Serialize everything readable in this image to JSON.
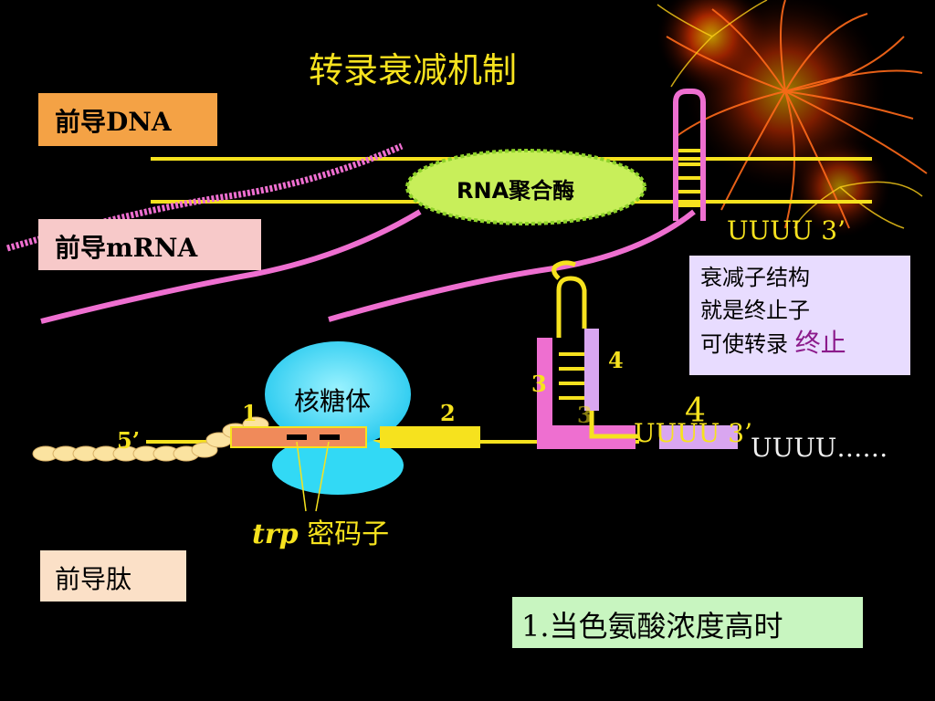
{
  "title": "转录衰减机制",
  "labels": {
    "leader_dna": "前导DNA",
    "leader_mrna": "前导mRNA",
    "leader_peptide": "前导肽"
  },
  "polymerase": "RNA聚合酶",
  "ribosome": "核糖体",
  "uuuu_top": "UUUU 3’",
  "uuuu_mid": "UUUU 3’",
  "uuuu_tail": "UUUU……",
  "five_prime": "5’",
  "regions": {
    "r1": "1",
    "r2": "2",
    "r3": "3",
    "r4": "4",
    "r3_faint": "3",
    "r4_large": "4"
  },
  "codon": {
    "italic": "trp",
    "text": "密码子"
  },
  "note": {
    "line1": "衰减子结构",
    "line2": "就是终止子",
    "line3_prefix": "可使转录",
    "line3_highlight": "终止"
  },
  "condition": "1.当色氨酸浓度高时",
  "colors": {
    "yellow": "#f6e21e",
    "pink": "#ee6fd0",
    "polymerase_fill": "#c8ef5a",
    "ribosome_fill": "#32d9f5",
    "beads": "#fbe3a0"
  }
}
